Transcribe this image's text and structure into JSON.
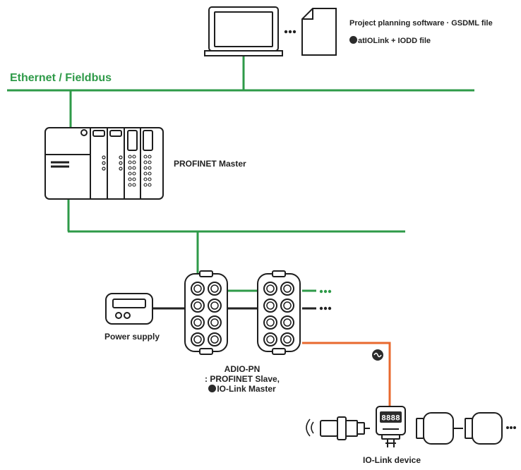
{
  "network": {
    "fieldbus_label": "Ethernet / Fieldbus"
  },
  "software": {
    "line1": "Project planning software · GSDML file",
    "line2": "atIOLink + IODD file"
  },
  "master": {
    "label": "PROFINET Master"
  },
  "power": {
    "label": "Power supply"
  },
  "adio": {
    "line1": "ADIO-PN",
    "line2": ": PROFINET Slave,",
    "line3": "IO-Link Master"
  },
  "device": {
    "label": "IO-Link device",
    "display_value": "8888"
  },
  "colors": {
    "bus": "#2e9a48",
    "iolink": "#e8682e",
    "power": "#222222",
    "outline": "#1e1e1e"
  },
  "icons": [
    "laptop-icon",
    "file-icon",
    "iolink-icon",
    "wireless-icon"
  ]
}
